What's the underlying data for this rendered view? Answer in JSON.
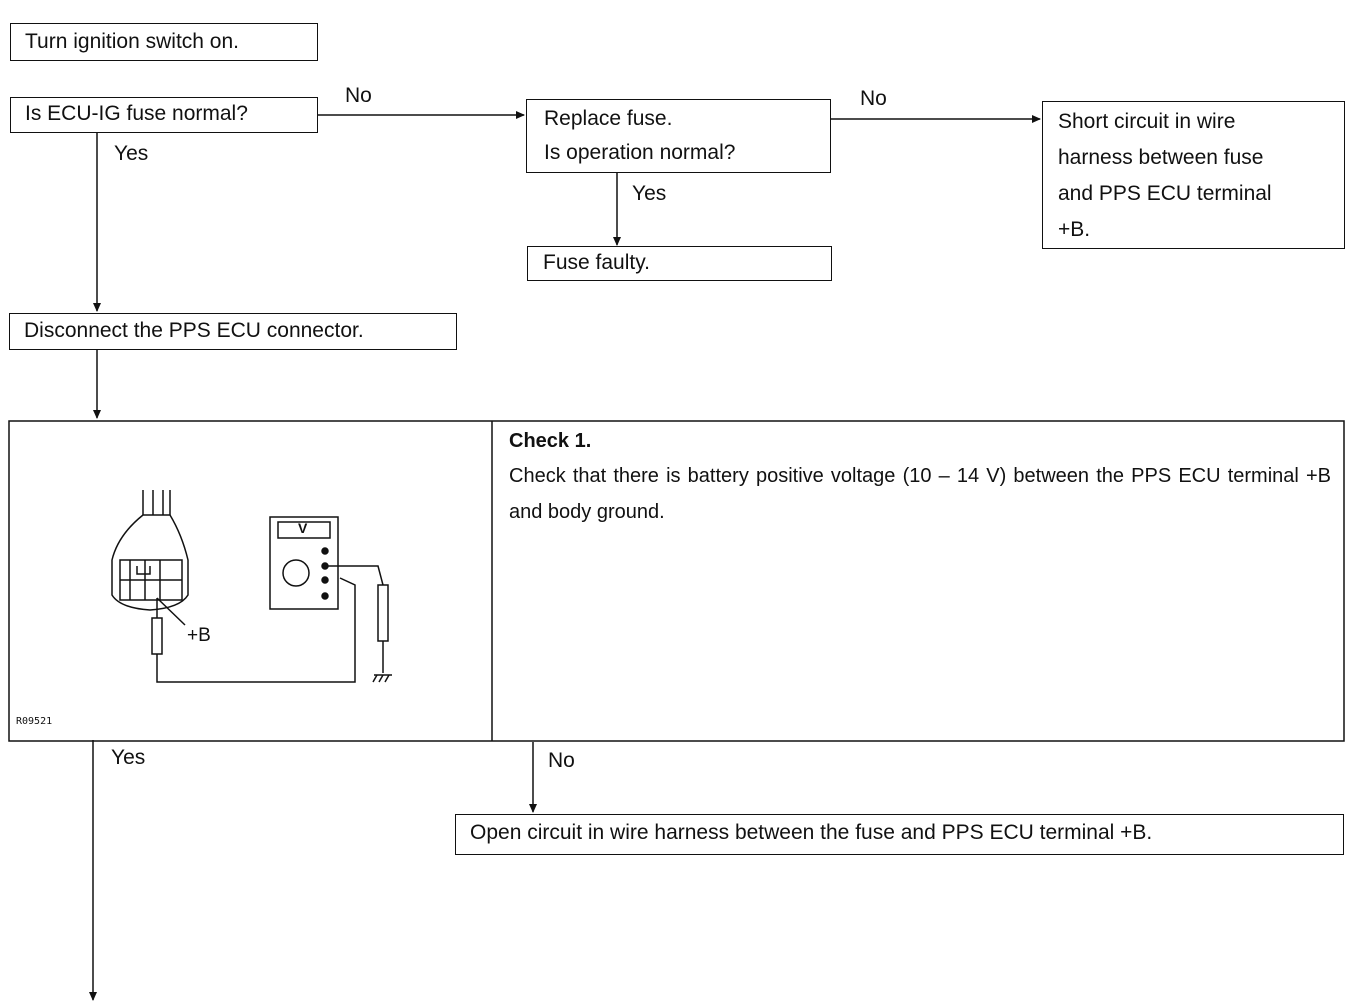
{
  "steps": {
    "ignition": "Turn ignition switch on.",
    "fuse_question": "Is ECU-IG fuse normal?",
    "replace_line1": "Replace fuse.",
    "replace_line2": "Is operation normal?",
    "fuse_faulty": "Fuse faulty.",
    "short_line1": "Short circuit in wire",
    "short_line2": "harness between fuse",
    "short_line3": "and PPS ECU terminal",
    "short_line4": "+B.",
    "disconnect": "Disconnect the PPS ECU connector.",
    "open_circuit": "Open circuit in wire harness between the fuse and PPS ECU terminal +B."
  },
  "check": {
    "title": "Check 1.",
    "text": "Check that there is battery positive voltage (10 – 14 V) between the PPS ECU terminal +B and body ground."
  },
  "figure": {
    "code": "R09521",
    "terminal_label": "+B",
    "meter_label": "V"
  },
  "branches": {
    "no1": "No",
    "no2": "No",
    "yes1": "Yes",
    "yes2": "Yes",
    "yes3": "Yes",
    "no3": "No"
  }
}
